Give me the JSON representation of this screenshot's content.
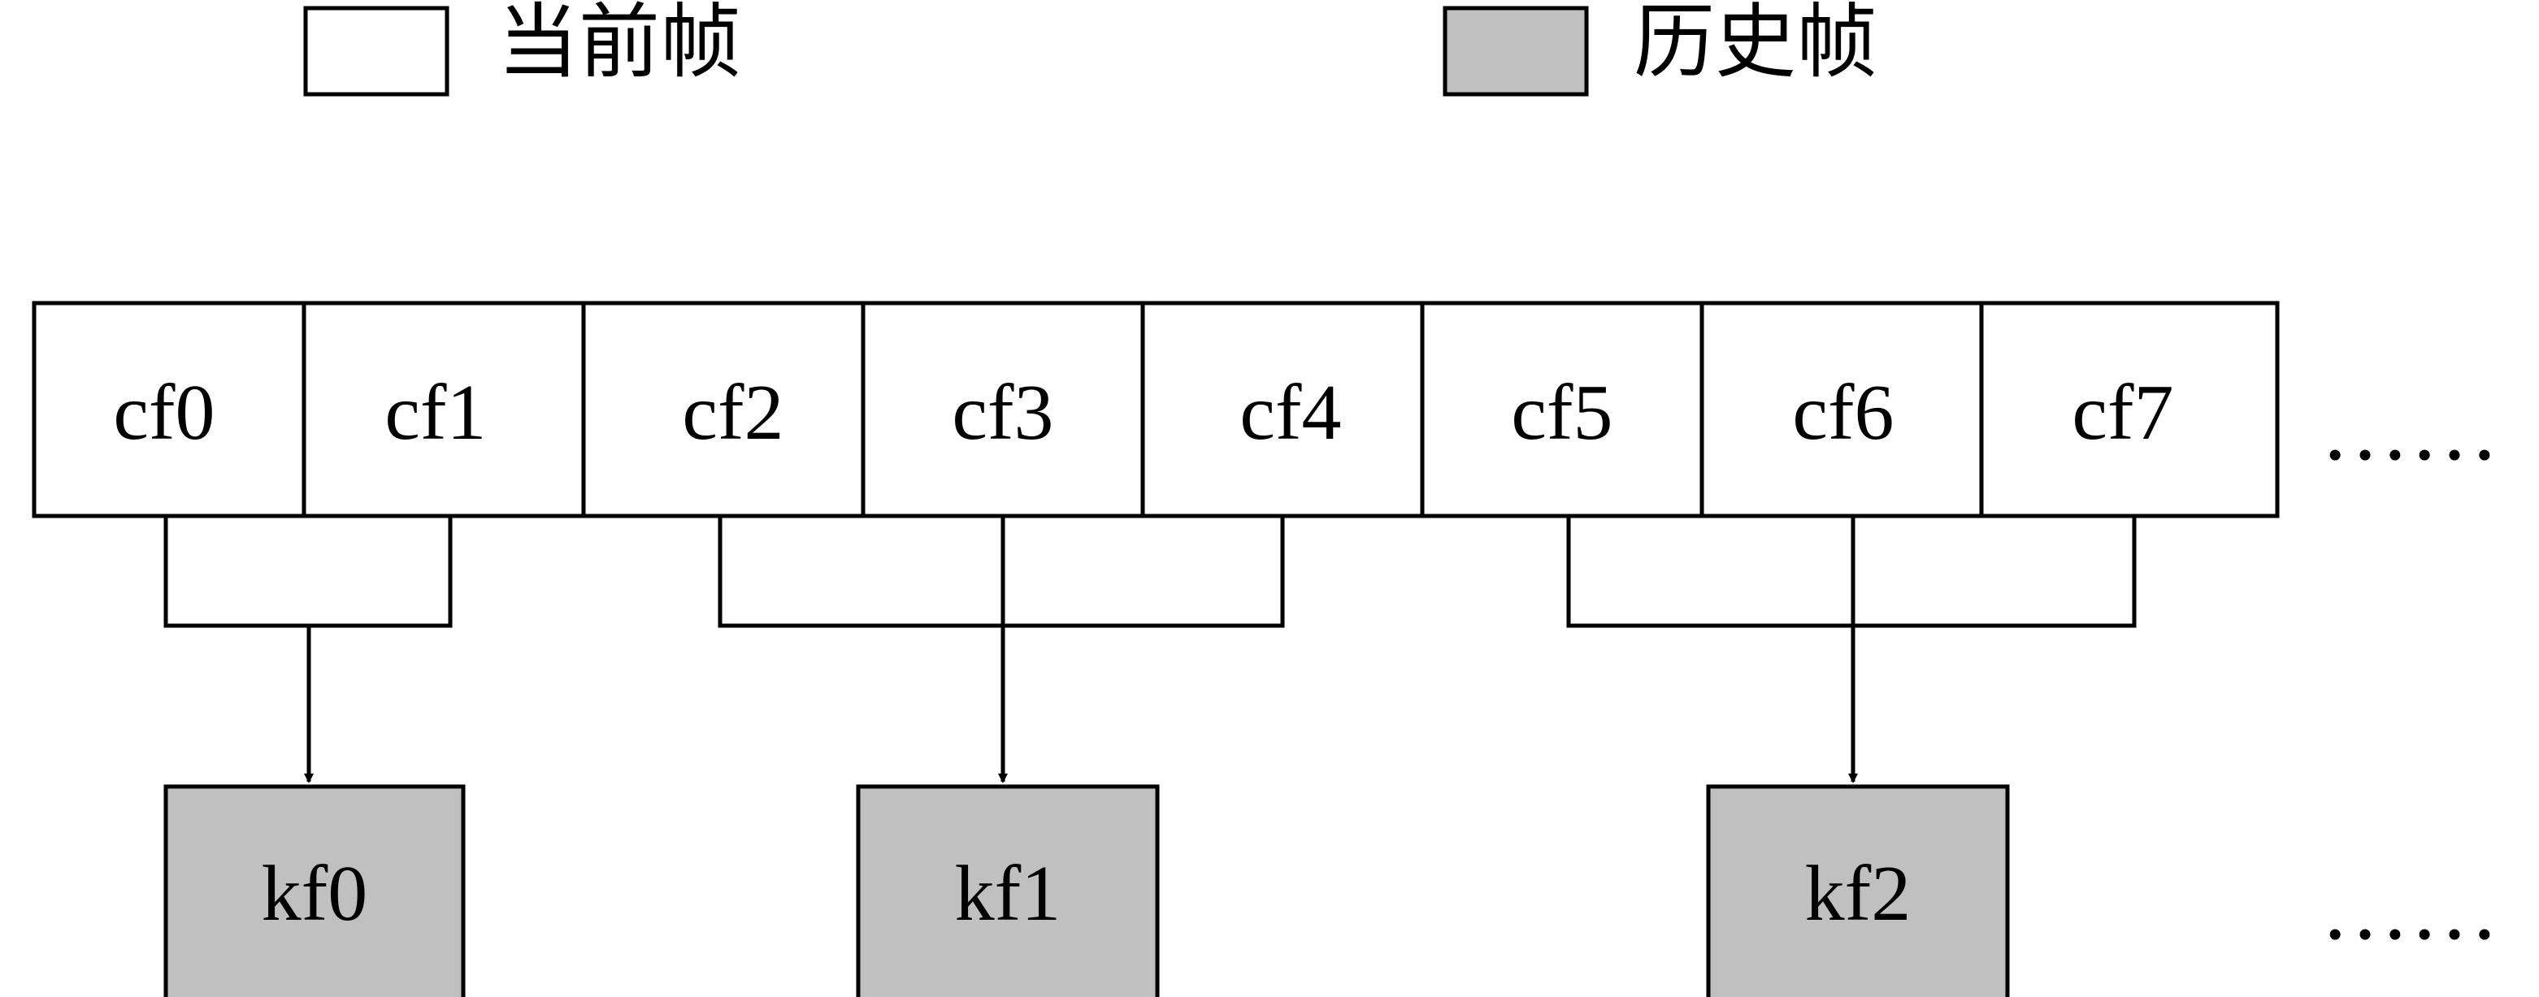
{
  "legend": {
    "current": {
      "swatch_color": "#ffffff",
      "label": "当前帧"
    },
    "history": {
      "swatch_color": "#c0c0c0",
      "label": "历史帧"
    }
  },
  "current_frames": [
    "cf0",
    "cf1",
    "cf2",
    "cf3",
    "cf4",
    "cf5",
    "cf6",
    "cf7"
  ],
  "history_frames": [
    "kf0",
    "kf1",
    "kf2"
  ],
  "groups": [
    {
      "members": [
        "cf0",
        "cf1"
      ],
      "target": "kf0"
    },
    {
      "members": [
        "cf2",
        "cf3",
        "cf4"
      ],
      "target": "kf1"
    },
    {
      "members": [
        "cf5",
        "cf6",
        "cf7"
      ],
      "target": "kf2"
    }
  ],
  "continuation": "……",
  "colors": {
    "stroke": "#000000",
    "history_fill": "#c0c0c0",
    "current_fill": "#ffffff"
  }
}
